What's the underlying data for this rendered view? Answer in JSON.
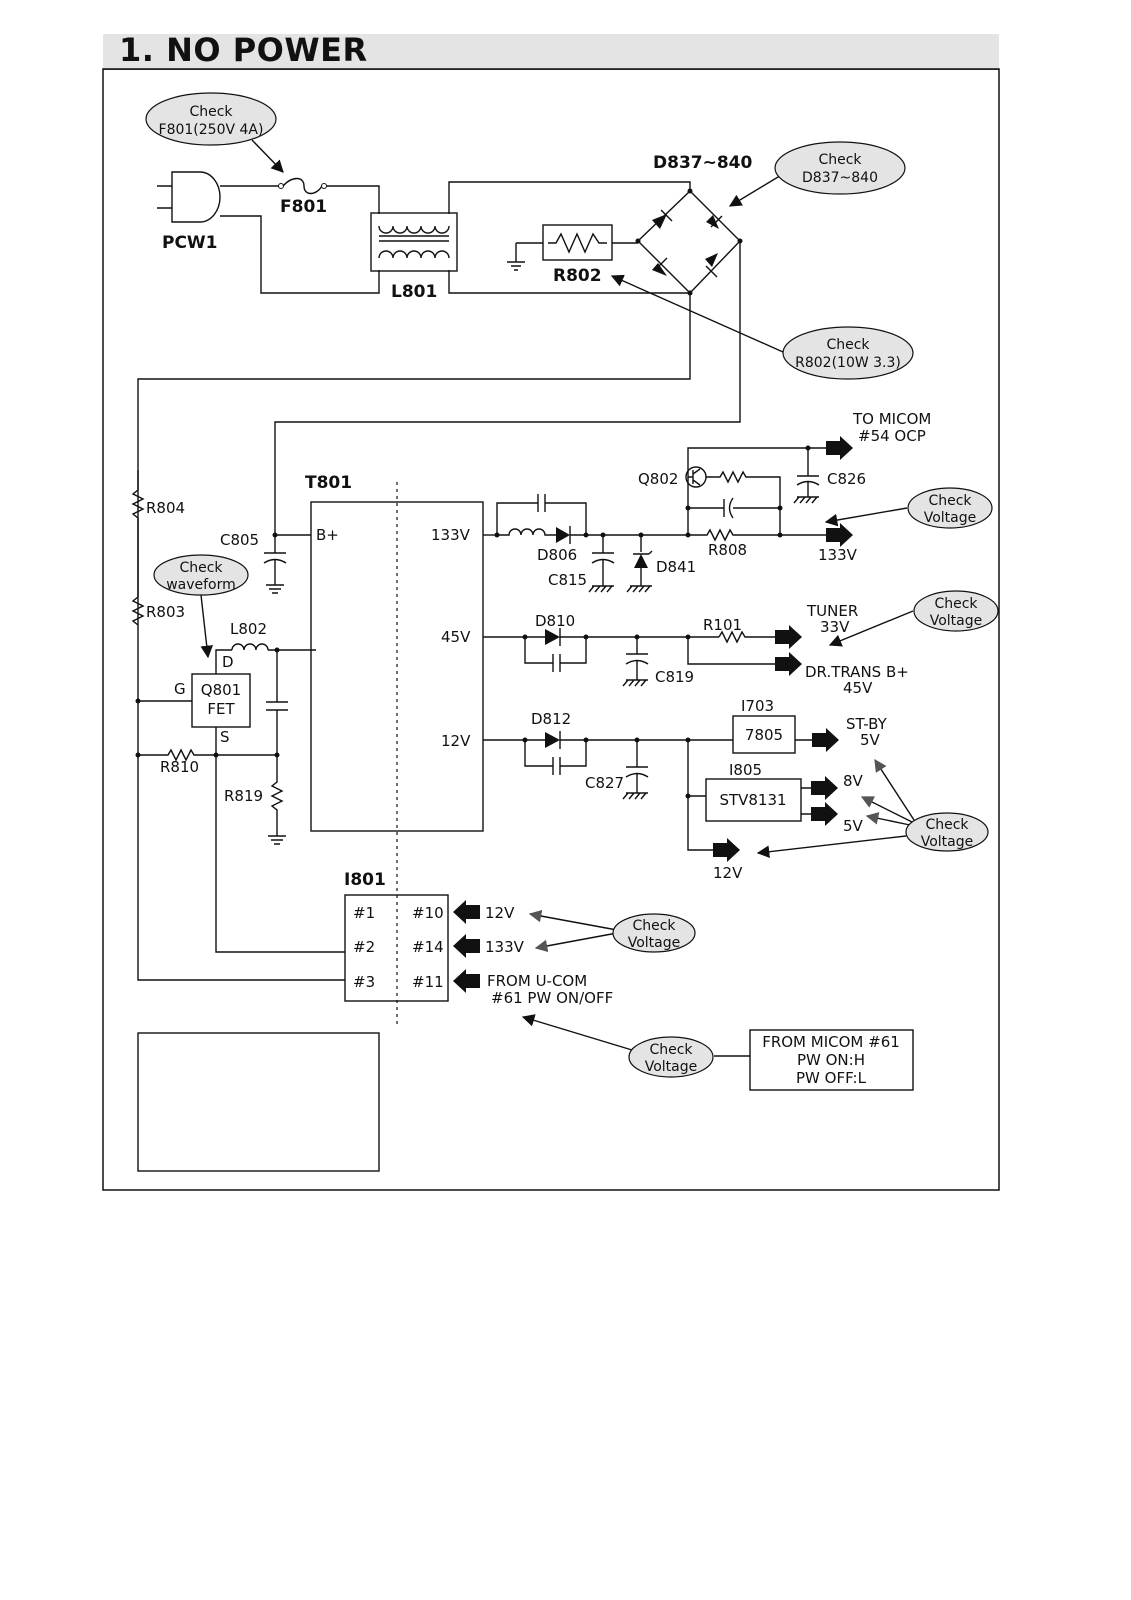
{
  "title": "1. NO POWER",
  "labels": {
    "pcw1": "PCW1",
    "f801": "F801",
    "l801": "L801",
    "r802": "R802",
    "d837": "D837~840",
    "t801": "T801",
    "b_plus": "B+",
    "v133": "133V",
    "v45": "45V",
    "v12": "12V",
    "c805": "C805",
    "r804": "R804",
    "r803": "R803",
    "l802": "L802",
    "d": "D",
    "g": "G",
    "s": "S",
    "q801_1": "Q801",
    "q801_2": "FET",
    "r810": "R810",
    "r819": "R819",
    "d806": "D806",
    "c815": "C815",
    "d841": "D841",
    "q802": "Q802",
    "c826": "C826",
    "r808": "R808",
    "out133": "133V",
    "to_micom_1": "TO MICOM",
    "to_micom_2": "#54 OCP",
    "d810": "D810",
    "c819": "C819",
    "r101": "R101",
    "tuner_1": "TUNER",
    "tuner_2": "33V",
    "drtrans_1": "DR.TRANS B+",
    "drtrans_2": "45V",
    "d812": "D812",
    "c827": "C827",
    "i703": "I703",
    "reg7805": "7805",
    "stby_1": "ST-BY",
    "stby_2": "5V",
    "i805": "I805",
    "stv8131": "STV8131",
    "out8v": "8V",
    "out5v": "5V",
    "out12v": "12V",
    "i801": "I801",
    "p1": "#1",
    "p2": "#2",
    "p3": "#3",
    "p10": "#10",
    "p14": "#14",
    "p11": "#11",
    "in12v": "12V",
    "in133v": "133V",
    "from_ucom_1": "FROM U-COM",
    "from_ucom_2": "#61 PW ON/OFF",
    "micom_box_1": "FROM MICOM #61",
    "micom_box_2": "PW ON:H",
    "micom_box_3": "PW OFF:L"
  },
  "bubbles": {
    "f801": [
      "Check",
      "F801(250V 4A)"
    ],
    "d837": [
      "Check",
      "D837~840"
    ],
    "r802": [
      "Check",
      "R802(10W 3.3)"
    ],
    "waveform": [
      "Check",
      "waveform"
    ],
    "v133": [
      "Check",
      "Voltage"
    ],
    "tuner": [
      "Check",
      "Voltage"
    ],
    "reg": [
      "Check",
      "Voltage"
    ],
    "i801": [
      "Check",
      "Voltage"
    ],
    "ucom": [
      "Check",
      "Voltage"
    ]
  }
}
